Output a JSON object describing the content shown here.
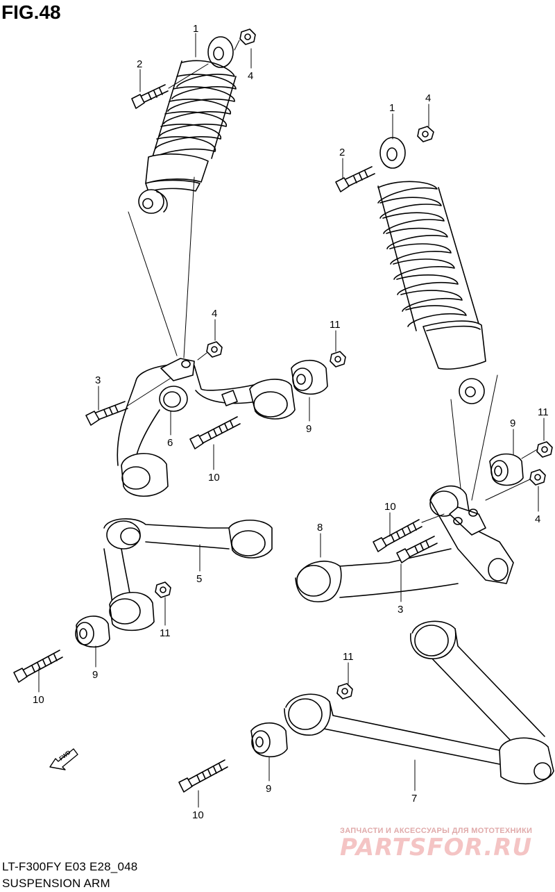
{
  "figure": {
    "title": "FIG.48",
    "code": "LT-F300FY E03 E28_048",
    "name": "SUSPENSION ARM"
  },
  "callouts": [
    "1",
    "2",
    "4",
    "1",
    "4",
    "2",
    "4",
    "11",
    "3",
    "6",
    "10",
    "9",
    "9",
    "11",
    "10",
    "4",
    "8",
    "3",
    "5",
    "11",
    "9",
    "10",
    "11",
    "9",
    "10",
    "7"
  ],
  "fwd_label": "FWD",
  "watermark": {
    "tagline": "ЗАПЧАСТИ И АКСЕССУАРЫ ДЛЯ МОТОТЕХНИКИ",
    "site": "PARTSFOR.RU"
  }
}
